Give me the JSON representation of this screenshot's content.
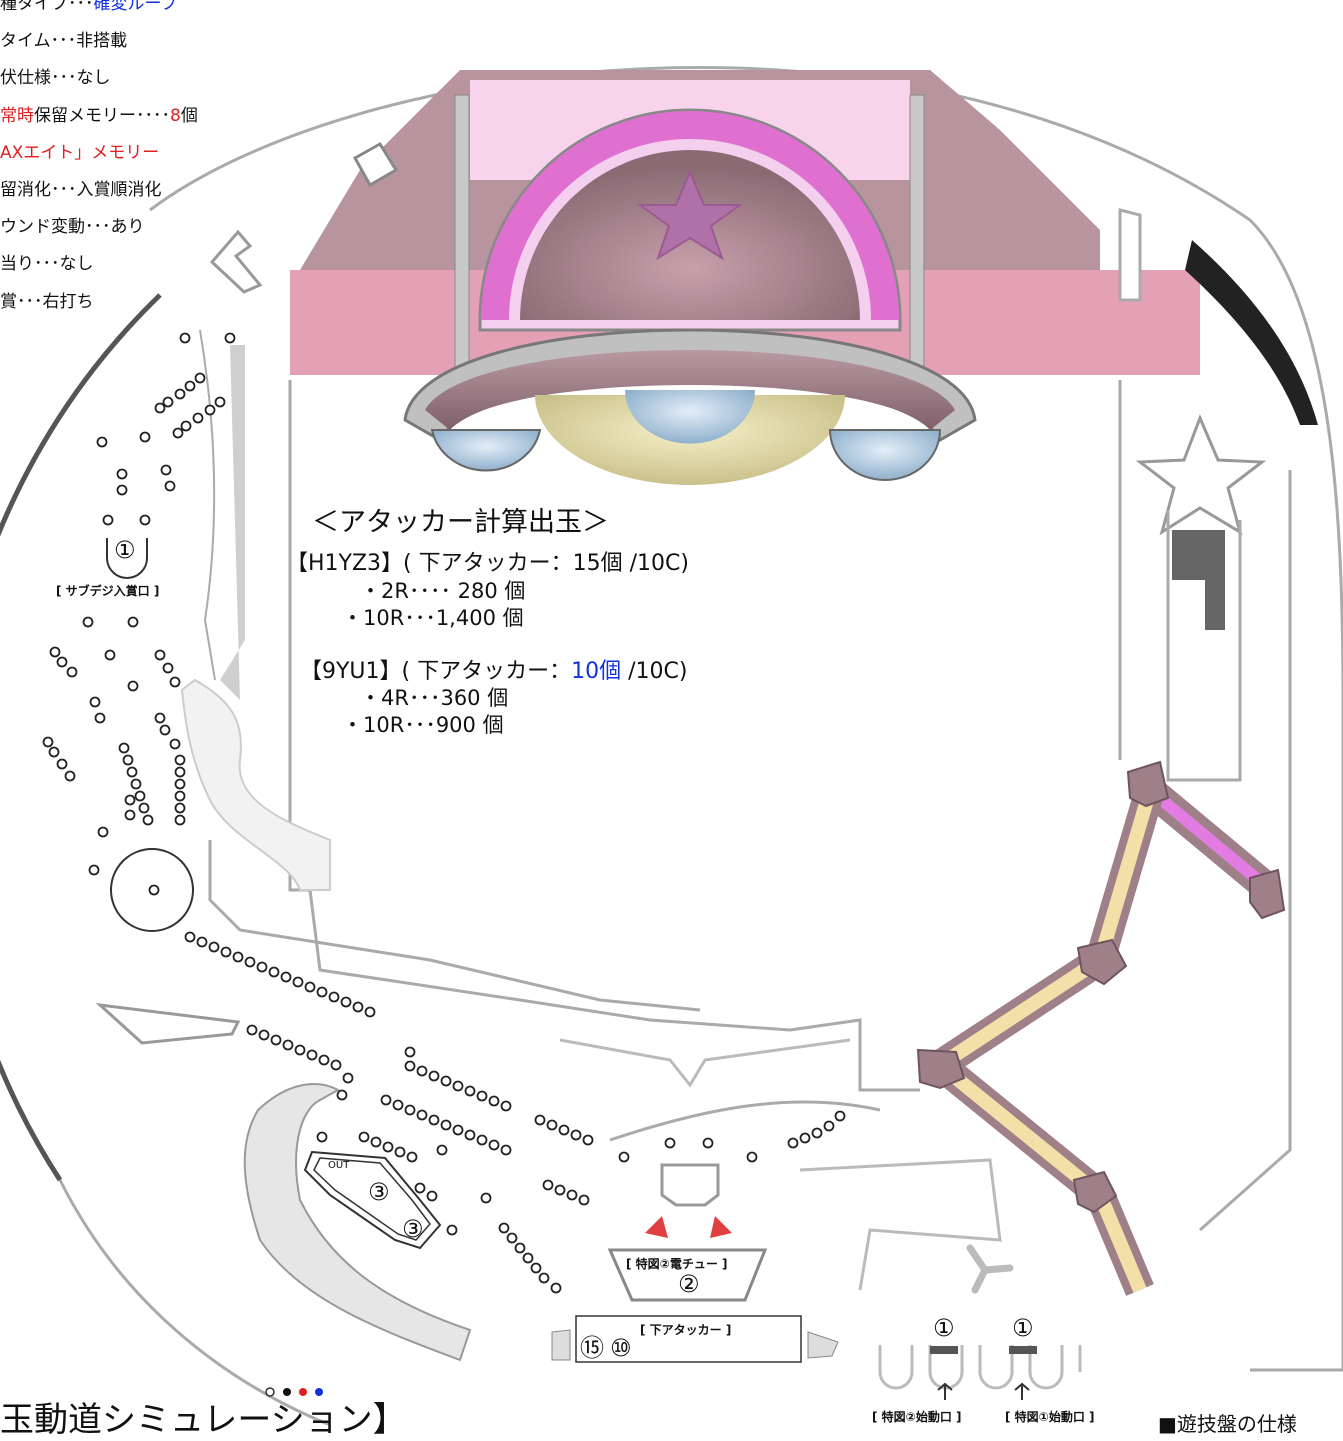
{
  "spec_lines": [
    {
      "prefix": "種タイプ･･･",
      "highlight": "確変ループ",
      "highlight_color": "blue",
      "suffix": ""
    },
    {
      "prefix": "タイム･･･非搭載",
      "highlight": "",
      "highlight_color": "",
      "suffix": ""
    },
    {
      "prefix": "伏仕様･･･なし",
      "highlight": "",
      "highlight_color": "",
      "suffix": ""
    },
    {
      "prefix": "",
      "highlight": "常時",
      "highlight_color": "red",
      "suffix": "保留メモリー････",
      "tail": "8",
      "tail_color": "red",
      "tail2": "個"
    },
    {
      "prefix": "",
      "highlight": "AXエイト」メモリー",
      "highlight_color": "red",
      "suffix": ""
    },
    {
      "prefix": "留消化･･･入賞順消化",
      "highlight": "",
      "highlight_color": "",
      "suffix": ""
    },
    {
      "prefix": "ウンド変動･･･あり",
      "highlight": "",
      "highlight_color": "",
      "suffix": ""
    },
    {
      "prefix": "当り･･･なし",
      "highlight": "",
      "highlight_color": "",
      "suffix": ""
    },
    {
      "prefix": "賞･･･右打ち",
      "highlight": "",
      "highlight_color": "",
      "suffix": ""
    }
  ],
  "attacker_calc": {
    "title": "＜アタッカー計算出玉＞",
    "machine1": {
      "head": "【H1YZ3】( 下アタッカー：",
      "count": "15個",
      "tail": " /10C)",
      "rows": [
        "・2R････ 280 個",
        "・10R･･･1,400 個"
      ]
    },
    "machine2": {
      "head": "【9YU1】( 下アタッカー：",
      "count": "10個",
      "tail": " /10C)",
      "rows": [
        "・4R･･･360 個",
        "・10R･･･900 個"
      ]
    }
  },
  "labels": {
    "sub_digi_mark": "①",
    "sub_digi_entry": "[ サブデジ入賞口 ]",
    "out": "OUT",
    "out_mark_1": "③",
    "out_mark_2": "③",
    "denchu_label": "[ 特図②電チュー ]",
    "denchu_mark": "②",
    "lower_attacker_label": "[ 下アタッカー ]",
    "lower_attacker_count_a": "⑮",
    "lower_attacker_count_b": "⑩",
    "start1_mark": "①",
    "start2_mark": "①",
    "start2_label": "[ 特図②始動口 ]",
    "start1_label": "[ 特図①始動口 ]",
    "bottom_title": "玉動道シミュレーション】",
    "bottom_right": "■遊技盤の仕様"
  },
  "colors": {
    "red": "#e02020",
    "blue": "#1030e0",
    "pink_dome": "#e070d0",
    "rail_mauve": "#a08088",
    "rail_cream": "#f3e0a8",
    "board_pink": "#e4a0b4"
  }
}
